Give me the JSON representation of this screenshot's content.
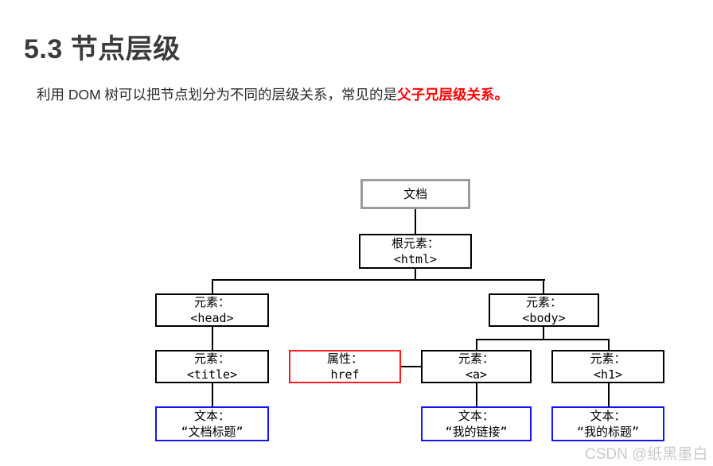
{
  "page": {
    "heading": "5.3 节点层级",
    "paragraph": {
      "text": "利用 DOM 树可以把节点划分为不同的层级关系，常见的是",
      "highlight": "父子兄层级关系。"
    },
    "watermark": "CSDN @纸黑墨白"
  },
  "colors": {
    "heading_text": "#3b3b3b",
    "body_text": "#2a2a2a",
    "highlight_red": "#ff0000",
    "attribute_border_red": "#f81c1c",
    "text_node_border_blue": "#1414ff",
    "document_border_gray": "#9c9c9c",
    "element_border_black": "#000000",
    "watermark_gray": "#cacaca"
  },
  "diagram": {
    "nodes": [
      {
        "id": "document",
        "line1": "文档",
        "line2": ""
      },
      {
        "id": "root-element",
        "line1": "根元素：",
        "line2": "<html>"
      },
      {
        "id": "element-head",
        "line1": "元素：",
        "line2": "<head>"
      },
      {
        "id": "element-body",
        "line1": "元素：",
        "line2": "<body>"
      },
      {
        "id": "element-title",
        "line1": "元素：",
        "line2": "<title>"
      },
      {
        "id": "attribute-href",
        "line1": "属性：",
        "line2": "href"
      },
      {
        "id": "element-a",
        "line1": "元素：",
        "line2": "<a>"
      },
      {
        "id": "element-h1",
        "line1": "元素：",
        "line2": "<h1>"
      },
      {
        "id": "text-doc-title",
        "line1": "文本：",
        "line2": "“文档标题”"
      },
      {
        "id": "text-my-link",
        "line1": "文本：",
        "line2": "“我的链接”"
      },
      {
        "id": "text-my-title",
        "line1": "文本：",
        "line2": "“我的标题”"
      }
    ]
  }
}
